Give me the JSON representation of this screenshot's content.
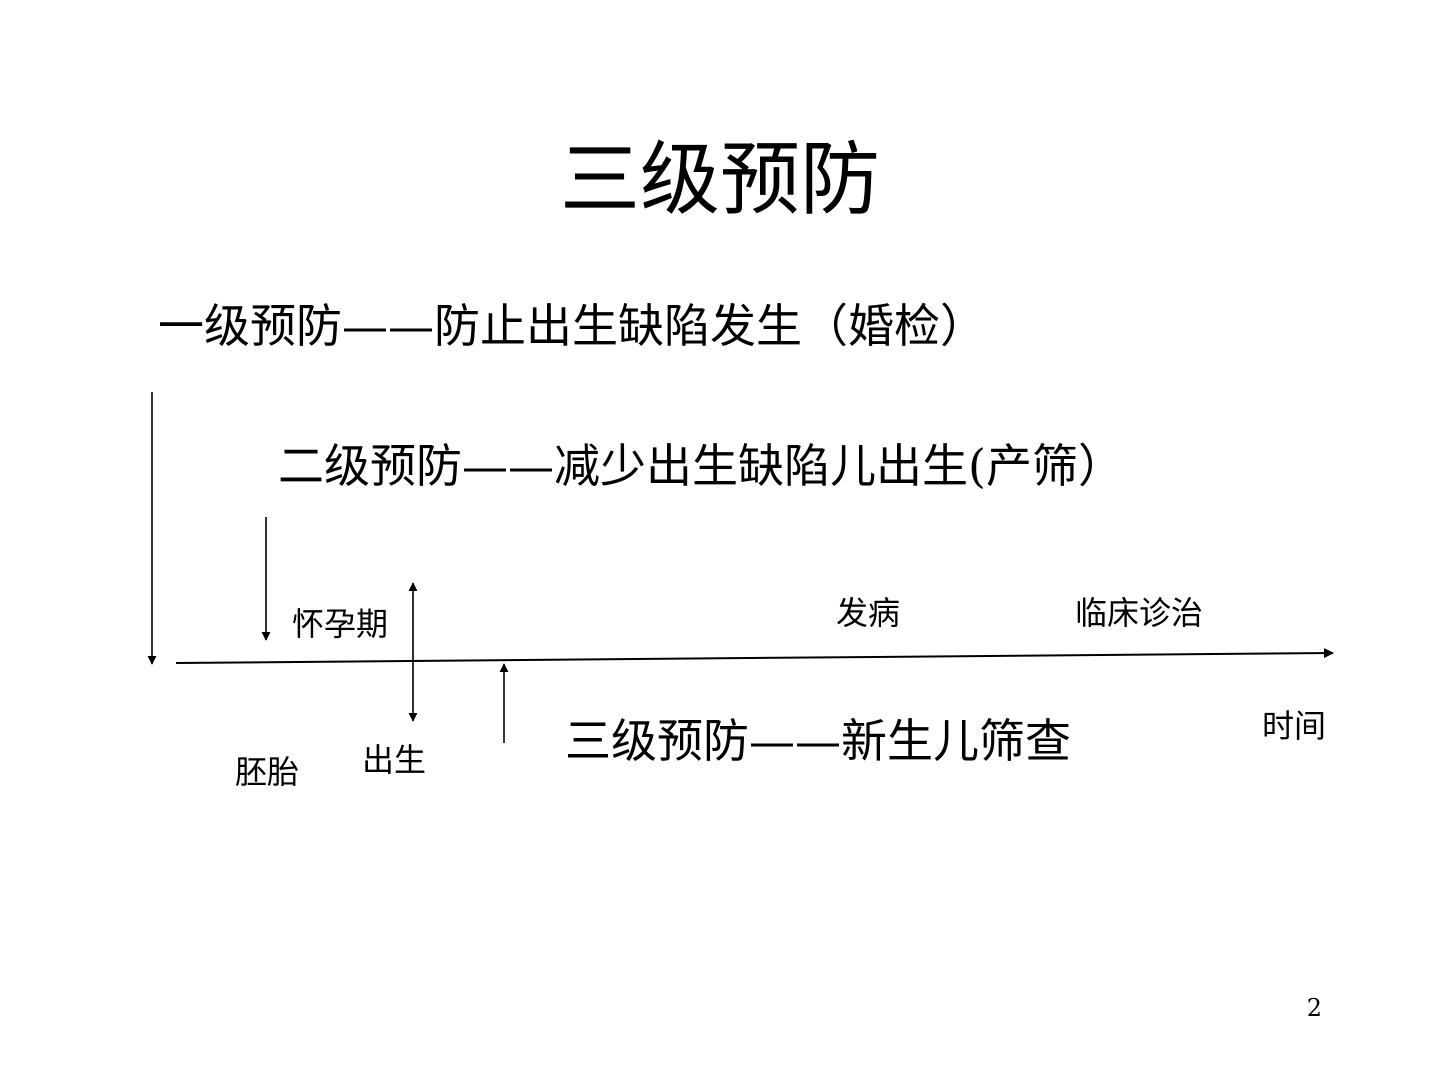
{
  "slide": {
    "title": "三级预防",
    "page_number": "2"
  },
  "levels": {
    "primary": "一级预防——防止出生缺陷发生（婚检）",
    "secondary": "二级预防——减少出生缺陷儿出生(产筛）",
    "tertiary": "三级预防——新生儿筛查"
  },
  "timeline": {
    "pregnancy": "怀孕期",
    "onset": "发病",
    "clinical": "临床诊治",
    "time": "时间",
    "embryo": "胚胎",
    "birth": "出生"
  }
}
